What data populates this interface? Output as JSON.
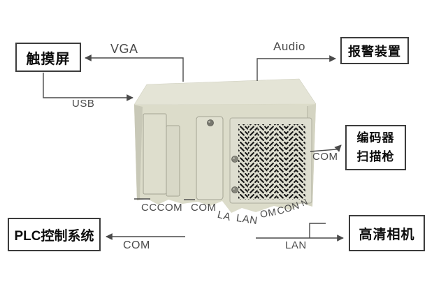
{
  "diagram": {
    "title_context": "industrial vision system connection diagram",
    "boxes": {
      "touchscreen": {
        "label": "触摸屏"
      },
      "alarm": {
        "label": "报警装置"
      },
      "encoder": {
        "line1": "编码器",
        "line2": "扫描枪"
      },
      "camera": {
        "label": "高清相机"
      },
      "plc": {
        "label": "PLC控制系统"
      }
    },
    "connections": {
      "vga": "VGA",
      "usb": "USB",
      "audio": "Audio",
      "com_encoder": "COM",
      "lan_camera": "LAN",
      "com_plc": "COM"
    },
    "device_port_labels": {
      "cccom": "CCCOM",
      "com": "COM",
      "la": "LA",
      "lan": "LAN",
      "om": "OM",
      "con": "CON",
      "n": "N"
    },
    "colors": {
      "background": "#ffffff",
      "box_border": "#3c3c3c",
      "box_text": "#0d0d0d",
      "wire_line": "#4a4a4a",
      "wire_label_text": "#4c4c4c",
      "machine_top": "#e4e4d6",
      "machine_front": "#dcdcca",
      "machine_left_edge": "#c8c8b7",
      "machine_right_edge": "#d4d4c2",
      "vent_panel": "#deded0",
      "vent_slats": "#161616",
      "panel_outline": "#a3a393"
    }
  }
}
